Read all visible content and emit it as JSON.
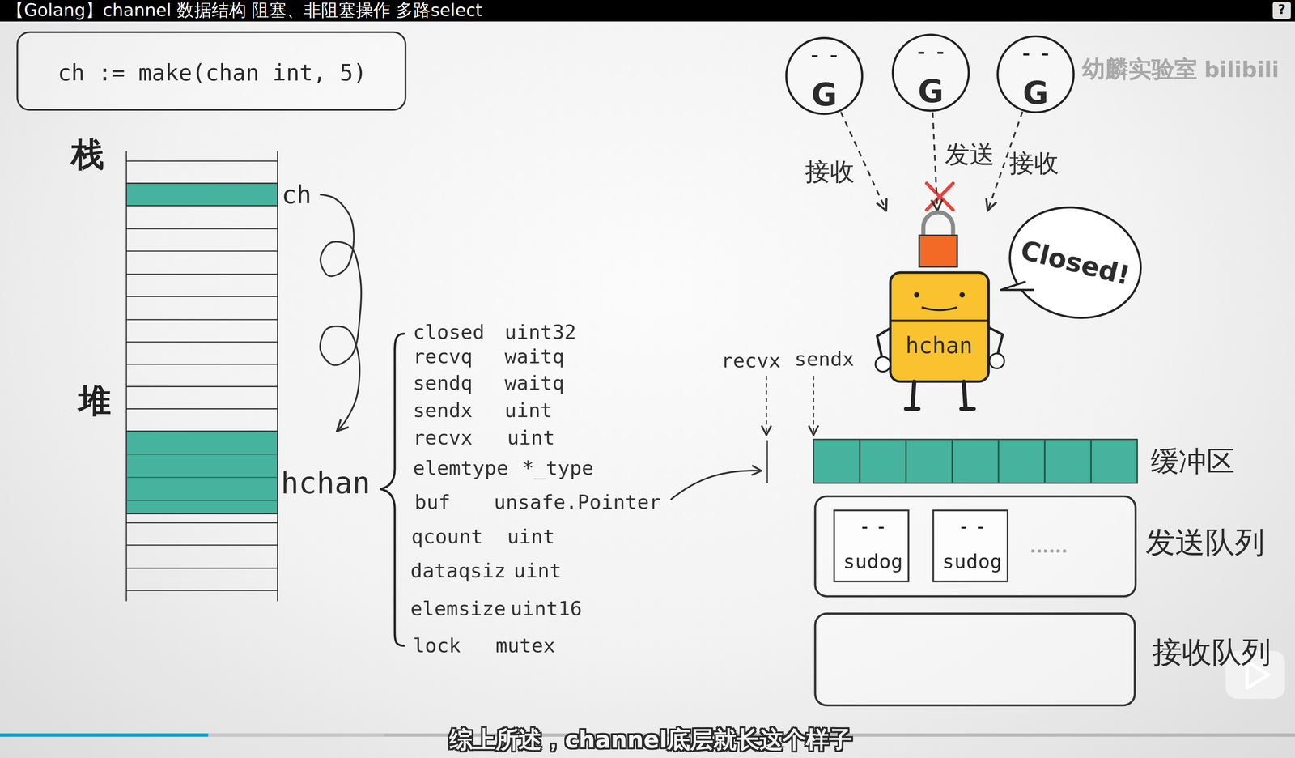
{
  "diagram": {
    "title": "【Golang】channel 数据结构 阻塞、非阻塞操作 多路select",
    "caption": "综上所述，channel底层就长这个样子",
    "nodes": [
      {
        "text": [
          "ch := make(chan int, 5)"
        ]
      },
      {
        "text": [
          "G"
        ]
      },
      {
        "text": [
          "G"
        ]
      },
      {
        "text": [
          "G"
        ]
      },
      {
        "text": [
          "ch"
        ]
      },
      {
        "text": [
          "hchan"
        ]
      },
      {
        "text": [
          "Closed!"
        ]
      },
      {
        "text": [
          "hchan"
        ]
      },
      {
        "text": [
          "缓冲区"
        ]
      },
      {
        "text": [
          "发送队列"
        ]
      },
      {
        "text": [
          "sudog"
        ],
        "in": 9
      },
      {
        "text": [
          "sudog"
        ],
        "in": 9
      },
      {
        "text": [
          "接收队列"
        ]
      }
    ],
    "edges": [
      {
        "from": 4,
        "to": 7,
        "arrow": "to"
      },
      {
        "from": 1,
        "to": 5,
        "label": "接收",
        "arrow": "to"
      },
      {
        "from": 2,
        "to": 5,
        "label": "发送",
        "arrow": "to"
      },
      {
        "from": 3,
        "to": 5,
        "label": "接收",
        "arrow": "to"
      }
    ],
    "labels": [
      "?",
      "幼麟实验室",
      "bilibili",
      "栈",
      "堆",
      "closed",
      "uint32",
      "recvq",
      "waitq",
      "sendq",
      "waitq",
      "sendx",
      "uint",
      "recvx",
      "uint",
      "elemtype",
      "*_type",
      "buf",
      "unsafe.Pointer",
      "qcount",
      "uint",
      "dataqsiz",
      "uint",
      "elemsize",
      "uint16",
      "lock",
      "mutex",
      "recvx",
      "sendx",
      "......"
    ]
  }
}
